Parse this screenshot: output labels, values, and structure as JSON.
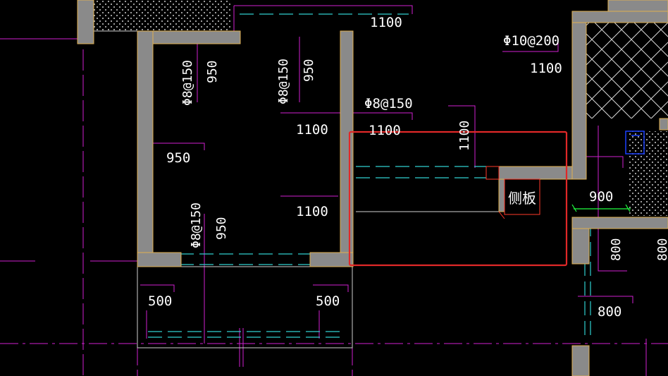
{
  "colors": {
    "background": "#000000",
    "wall_fill": "#8a8a8a",
    "wall_edge": "#e0b050",
    "dim_line": "#d020d0",
    "rebar_dash": "#30d0d0",
    "text": "#ffffff",
    "highlight": "#e02828",
    "annotation": "#ff3a2a",
    "marker": "#1a40ff",
    "extension": "#20ff40"
  },
  "dimensions": {
    "top_1100": "1100",
    "phi10_label": "Φ10@200",
    "phi10_value": "1100",
    "left_rebar_label": "Φ8@150",
    "left_rebar_value": "950",
    "mid_rebar_label": "Φ8@150",
    "mid_rebar_value": "950",
    "mid_1100_a": "1100",
    "right_rebar_label": "Φ8@150",
    "right_rebar_value": "1100",
    "left_950": "950",
    "mid_1100_b": "1100",
    "vertical_1100": "1100",
    "lower_rebar_label": "Φ8@150",
    "lower_rebar_value": "950",
    "side_plate": "侧板",
    "right_900": "900",
    "left_500": "500",
    "right_500": "500",
    "right_800_vertical": "800",
    "bottom_800": "800",
    "edge_800_vertical": "800"
  }
}
